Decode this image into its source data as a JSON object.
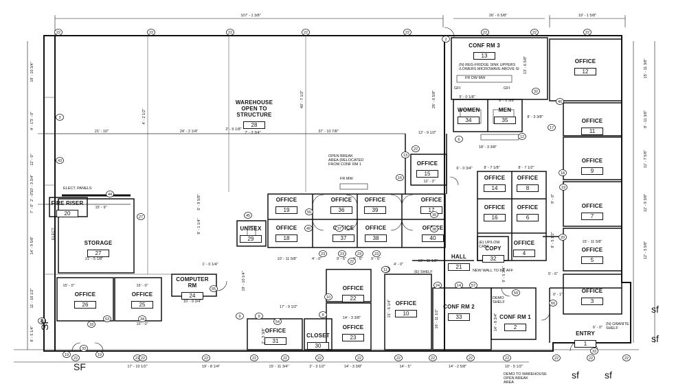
{
  "rooms": [
    {
      "id": "r28",
      "name": "WAREHOUSE\nOPEN TO\nSTRUCTURE",
      "number": "28"
    },
    {
      "id": "r13",
      "name": "CONF RM 3",
      "number": "13"
    },
    {
      "id": "r12",
      "name": "OFFICE",
      "number": "12"
    },
    {
      "id": "r11",
      "name": "OFFICE",
      "number": "11"
    },
    {
      "id": "r9",
      "name": "OFFICE",
      "number": "9"
    },
    {
      "id": "r7",
      "name": "OFFICE",
      "number": "7"
    },
    {
      "id": "r5",
      "name": "OFFICE",
      "number": "5"
    },
    {
      "id": "r3",
      "name": "OFFICE",
      "number": "3"
    },
    {
      "id": "r1",
      "name": "ENTRY",
      "number": "1"
    },
    {
      "id": "r34",
      "name": "WOMEN",
      "number": "34"
    },
    {
      "id": "r35",
      "name": "MEN",
      "number": "35"
    },
    {
      "id": "r15",
      "name": "OFFICE",
      "number": "15"
    },
    {
      "id": "r14",
      "name": "OFFICE",
      "number": "14"
    },
    {
      "id": "r8",
      "name": "OFFICE",
      "number": "8"
    },
    {
      "id": "r16",
      "name": "OFFICE",
      "number": "16"
    },
    {
      "id": "r6",
      "name": "OFFICE",
      "number": "6"
    },
    {
      "id": "r4",
      "name": "OFFICE",
      "number": "4"
    },
    {
      "id": "r32",
      "name": "COPY",
      "number": "32"
    },
    {
      "id": "r21",
      "name": "HALL",
      "number": "21"
    },
    {
      "id": "r19",
      "name": "OFFICE",
      "number": "19"
    },
    {
      "id": "r36",
      "name": "OFFICE",
      "number": "36"
    },
    {
      "id": "r39",
      "name": "OFFICE",
      "number": "39"
    },
    {
      "id": "r17",
      "name": "OFFICE",
      "number": "17"
    },
    {
      "id": "r18",
      "name": "OFFICE",
      "number": "18"
    },
    {
      "id": "r37",
      "name": "OFFICE",
      "number": "37"
    },
    {
      "id": "r38",
      "name": "OFFICE",
      "number": "38"
    },
    {
      "id": "r40",
      "name": "OFFICE",
      "number": "40"
    },
    {
      "id": "r29",
      "name": "UNISEX",
      "number": "29"
    },
    {
      "id": "r20",
      "name": "FIRE RISER",
      "number": "20"
    },
    {
      "id": "r27",
      "name": "STORAGE",
      "number": "27"
    },
    {
      "id": "r24",
      "name": "COMPUTER RM",
      "number": "24"
    },
    {
      "id": "r26",
      "name": "OFFICE",
      "number": "26"
    },
    {
      "id": "r25",
      "name": "OFFICE",
      "number": "25"
    },
    {
      "id": "r22",
      "name": "OFFICE",
      "number": "22"
    },
    {
      "id": "r10",
      "name": "OFFICE",
      "number": "10"
    },
    {
      "id": "r23",
      "name": "OFFICE",
      "number": "23"
    },
    {
      "id": "r31",
      "name": "OFFICE",
      "number": "31"
    },
    {
      "id": "r30",
      "name": "CLOSET",
      "number": "30"
    },
    {
      "id": "r33",
      "name": "CONF RM 2",
      "number": "33"
    },
    {
      "id": "r2",
      "name": "CONF RM 1",
      "number": "2"
    }
  ],
  "dimensions_h": [
    {
      "id": "d-top-main",
      "text": "107' - 1 3/8\""
    },
    {
      "id": "d-top-mid",
      "text": "26' - 6 5/8\""
    },
    {
      "id": "d-top-right",
      "text": "19' - 1 5/8\""
    },
    {
      "id": "d-21-10",
      "text": "21' - 10\""
    },
    {
      "id": "d-24-2",
      "text": "24' - 2 1/4\""
    },
    {
      "id": "d-2-5",
      "text": "2' - 5 1/8\""
    },
    {
      "id": "d-7-3",
      "text": "7' - 3 3/4\""
    },
    {
      "id": "d-37-10",
      "text": "37' - 10 7/8\""
    },
    {
      "id": "d-12-9",
      "text": "12' - 9 1/2\""
    },
    {
      "id": "d-9-0",
      "text": "9' - 0 1/8\""
    },
    {
      "id": "d-8-2",
      "text": "8' - 2 3/8\""
    },
    {
      "id": "d-8-3",
      "text": "8' - 3 3/8\""
    },
    {
      "id": "d-18-3",
      "text": "18' - 3 3/8\""
    },
    {
      "id": "d-6-0",
      "text": "6' - 0 3/4\""
    },
    {
      "id": "d-8-7a",
      "text": "8' - 7 1/8\""
    },
    {
      "id": "d-8-7b",
      "text": "8' - 7 1/2\""
    },
    {
      "id": "d-12-3",
      "text": "12' - 3\""
    },
    {
      "id": "d-15-9",
      "text": "15' - 9\""
    },
    {
      "id": "d-21-5",
      "text": "21' - 5 1/8\""
    },
    {
      "id": "d-15-0a",
      "text": "15' - 0\""
    },
    {
      "id": "d-15-0b",
      "text": "15' - 0\""
    },
    {
      "id": "d-15-0c",
      "text": "15' - 0\""
    },
    {
      "id": "d-10-11",
      "text": "10' - 11 5/8\""
    },
    {
      "id": "d-4-0a",
      "text": "4' - 0\""
    },
    {
      "id": "d-9-6a",
      "text": "9' - 6\""
    },
    {
      "id": "d-9-6b",
      "text": "9' - 6\""
    },
    {
      "id": "d-9-6c",
      "text": "9' - 6\""
    },
    {
      "id": "d-4-0b",
      "text": "4' - 0\""
    },
    {
      "id": "d-10-11b",
      "text": "10' - 11 1/2\""
    },
    {
      "id": "d-15-11",
      "text": "15' - 11 5/8\""
    },
    {
      "id": "d-10-9",
      "text": "10' - 9 3/4\""
    },
    {
      "id": "d-17-9",
      "text": "17' - 9 1/2\""
    },
    {
      "id": "d-14-3a",
      "text": "14' - 3 3/8\""
    },
    {
      "id": "d-14-3b",
      "text": "14' - 3 3/8\""
    },
    {
      "id": "d-17-10",
      "text": "17' - 10 1/2\""
    },
    {
      "id": "d-19-8",
      "text": "19' - 8 1/4\""
    },
    {
      "id": "d-15-11b",
      "text": "15' - 11 3/4\""
    },
    {
      "id": "d-2-3",
      "text": "2' - 3 1/2\""
    },
    {
      "id": "d-14-5",
      "text": "14' - 5\""
    },
    {
      "id": "d-14-2",
      "text": "14' - 2 5/8\""
    },
    {
      "id": "d-10-5",
      "text": "10' - 5 1/2\""
    },
    {
      "id": "d-1-0",
      "text": "1' - 0 1/4\""
    },
    {
      "id": "d-6-0b",
      "text": "6' - 0\""
    },
    {
      "id": "d-5-6",
      "text": "5' - 6\""
    },
    {
      "id": "d-0-1",
      "text": "0' - 1\""
    }
  ],
  "dimensions_v": [
    {
      "id": "v-19-10",
      "text": "19' - 10 3/4\""
    },
    {
      "id": "v-4-1",
      "text": "4' - 1\""
    },
    {
      "id": "v-3-0",
      "text": "3' - 0\""
    },
    {
      "id": "v-12-0",
      "text": "12' - 0\""
    },
    {
      "id": "v-10-3",
      "text": "10' - 3 3/4\""
    },
    {
      "id": "v-2-0",
      "text": "2' - 0\""
    },
    {
      "id": "v-7-0",
      "text": "7' - 0\""
    },
    {
      "id": "v-14-9",
      "text": "14' - 9 5/8\""
    },
    {
      "id": "v-11-10",
      "text": "11' - 10 1/2\""
    },
    {
      "id": "v-8-5",
      "text": "8' - 5 1/4\""
    },
    {
      "id": "v-4-2",
      "text": "4' - 2 1/2\""
    },
    {
      "id": "v-40-7",
      "text": "40' - 7 1/2\""
    },
    {
      "id": "v-26-0",
      "text": "26' - 0 5/8\""
    },
    {
      "id": "v-13-6",
      "text": "13' - 6 5/8\""
    },
    {
      "id": "v-15-11",
      "text": "15' - 11 3/8\""
    },
    {
      "id": "v-8-11",
      "text": "8' - 11 3/8\""
    },
    {
      "id": "v-11-7",
      "text": "11' - 7 5/8\""
    },
    {
      "id": "v-12-9",
      "text": "12' - 9 3/8\""
    },
    {
      "id": "v-12-3",
      "text": "12' - 3 5/8\""
    },
    {
      "id": "v-21-6",
      "text": "21' - 6 1/4\""
    },
    {
      "id": "v-16-11",
      "text": "16' - 11 1/2\""
    },
    {
      "id": "v-14-8",
      "text": "14' - 8 3/4\""
    },
    {
      "id": "v-19-10b",
      "text": "19' - 10 1/4\""
    },
    {
      "id": "v-6-9",
      "text": "6' - 9 5/8\""
    },
    {
      "id": "v-8-1",
      "text": "8' - 1 1/4\""
    },
    {
      "id": "v-9-5",
      "text": "9' - 5 3/4\""
    },
    {
      "id": "v-2-5",
      "text": "2' - 5 3/8\""
    },
    {
      "id": "v-9-0",
      "text": "9' - 0\""
    },
    {
      "id": "v-8-5b",
      "text": "8' - 5 1/2\""
    }
  ],
  "notes": [
    {
      "id": "n-break",
      "text": "OPEN BREAK\nAREA (RELOCATED\nFROM CONF RM 1"
    },
    {
      "id": "n-frmw",
      "text": "FR      MW"
    },
    {
      "id": "n-sink",
      "text": "(N) REG-FRIDGE SINK UPPERS\n/LOWERS MICROWAVE ABOVE SI"
    },
    {
      "id": "n-frdw",
      "text": "FR   DW   MW"
    },
    {
      "id": "n-elect-panels",
      "text": "ELECT. PANELS"
    },
    {
      "id": "n-elect",
      "text": "ELECT."
    },
    {
      "id": "n-upper",
      "text": "(E) UP/LOW\nCABS"
    },
    {
      "id": "n-newwall",
      "text": "NEW WALL TO 84\" AFF"
    },
    {
      "id": "n-demo-shelf",
      "text": "DEMO\nSHELF"
    },
    {
      "id": "n-granite",
      "text": "(N) GRANITE\nSHELF"
    },
    {
      "id": "n-eshelf",
      "text": "(E) SHELF"
    },
    {
      "id": "n-demo-wh",
      "text": "DEMO TO WAREHOUSE\nOPEN BREAK\nAREA"
    },
    {
      "id": "n-gfi1",
      "text": "GFI"
    },
    {
      "id": "n-gfi2",
      "text": "GFI"
    }
  ],
  "tags": [
    "22",
    "22",
    "22",
    "22",
    "22",
    "22",
    "22",
    "22",
    "22",
    "22",
    "22",
    "22",
    "22",
    "22",
    "22",
    "22",
    "22",
    "22",
    "22",
    "22",
    "22",
    "22",
    "22",
    "22",
    "22",
    "3",
    "43",
    "44",
    "27",
    "26",
    "18",
    "53",
    "34",
    "55",
    "49",
    "50",
    "45",
    "23",
    "23",
    "23",
    "23",
    "9",
    "9",
    "9",
    "54",
    "10",
    "11",
    "13",
    "12",
    "16",
    "17",
    "18",
    "19",
    "20",
    "40",
    "38",
    "37",
    "14",
    "6",
    "24",
    "33",
    "32",
    "19",
    "19",
    "33",
    "59",
    "60",
    "57",
    "11",
    "39",
    "2"
  ],
  "sf_labels": [
    {
      "id": "sf-left",
      "text": "SF"
    },
    {
      "id": "sf-bl",
      "text": "SF"
    },
    {
      "id": "sf-r1",
      "text": "sf"
    },
    {
      "id": "sf-r2",
      "text": "sf"
    },
    {
      "id": "sf-b1",
      "text": "sf"
    },
    {
      "id": "sf-b2",
      "text": "sf"
    }
  ]
}
